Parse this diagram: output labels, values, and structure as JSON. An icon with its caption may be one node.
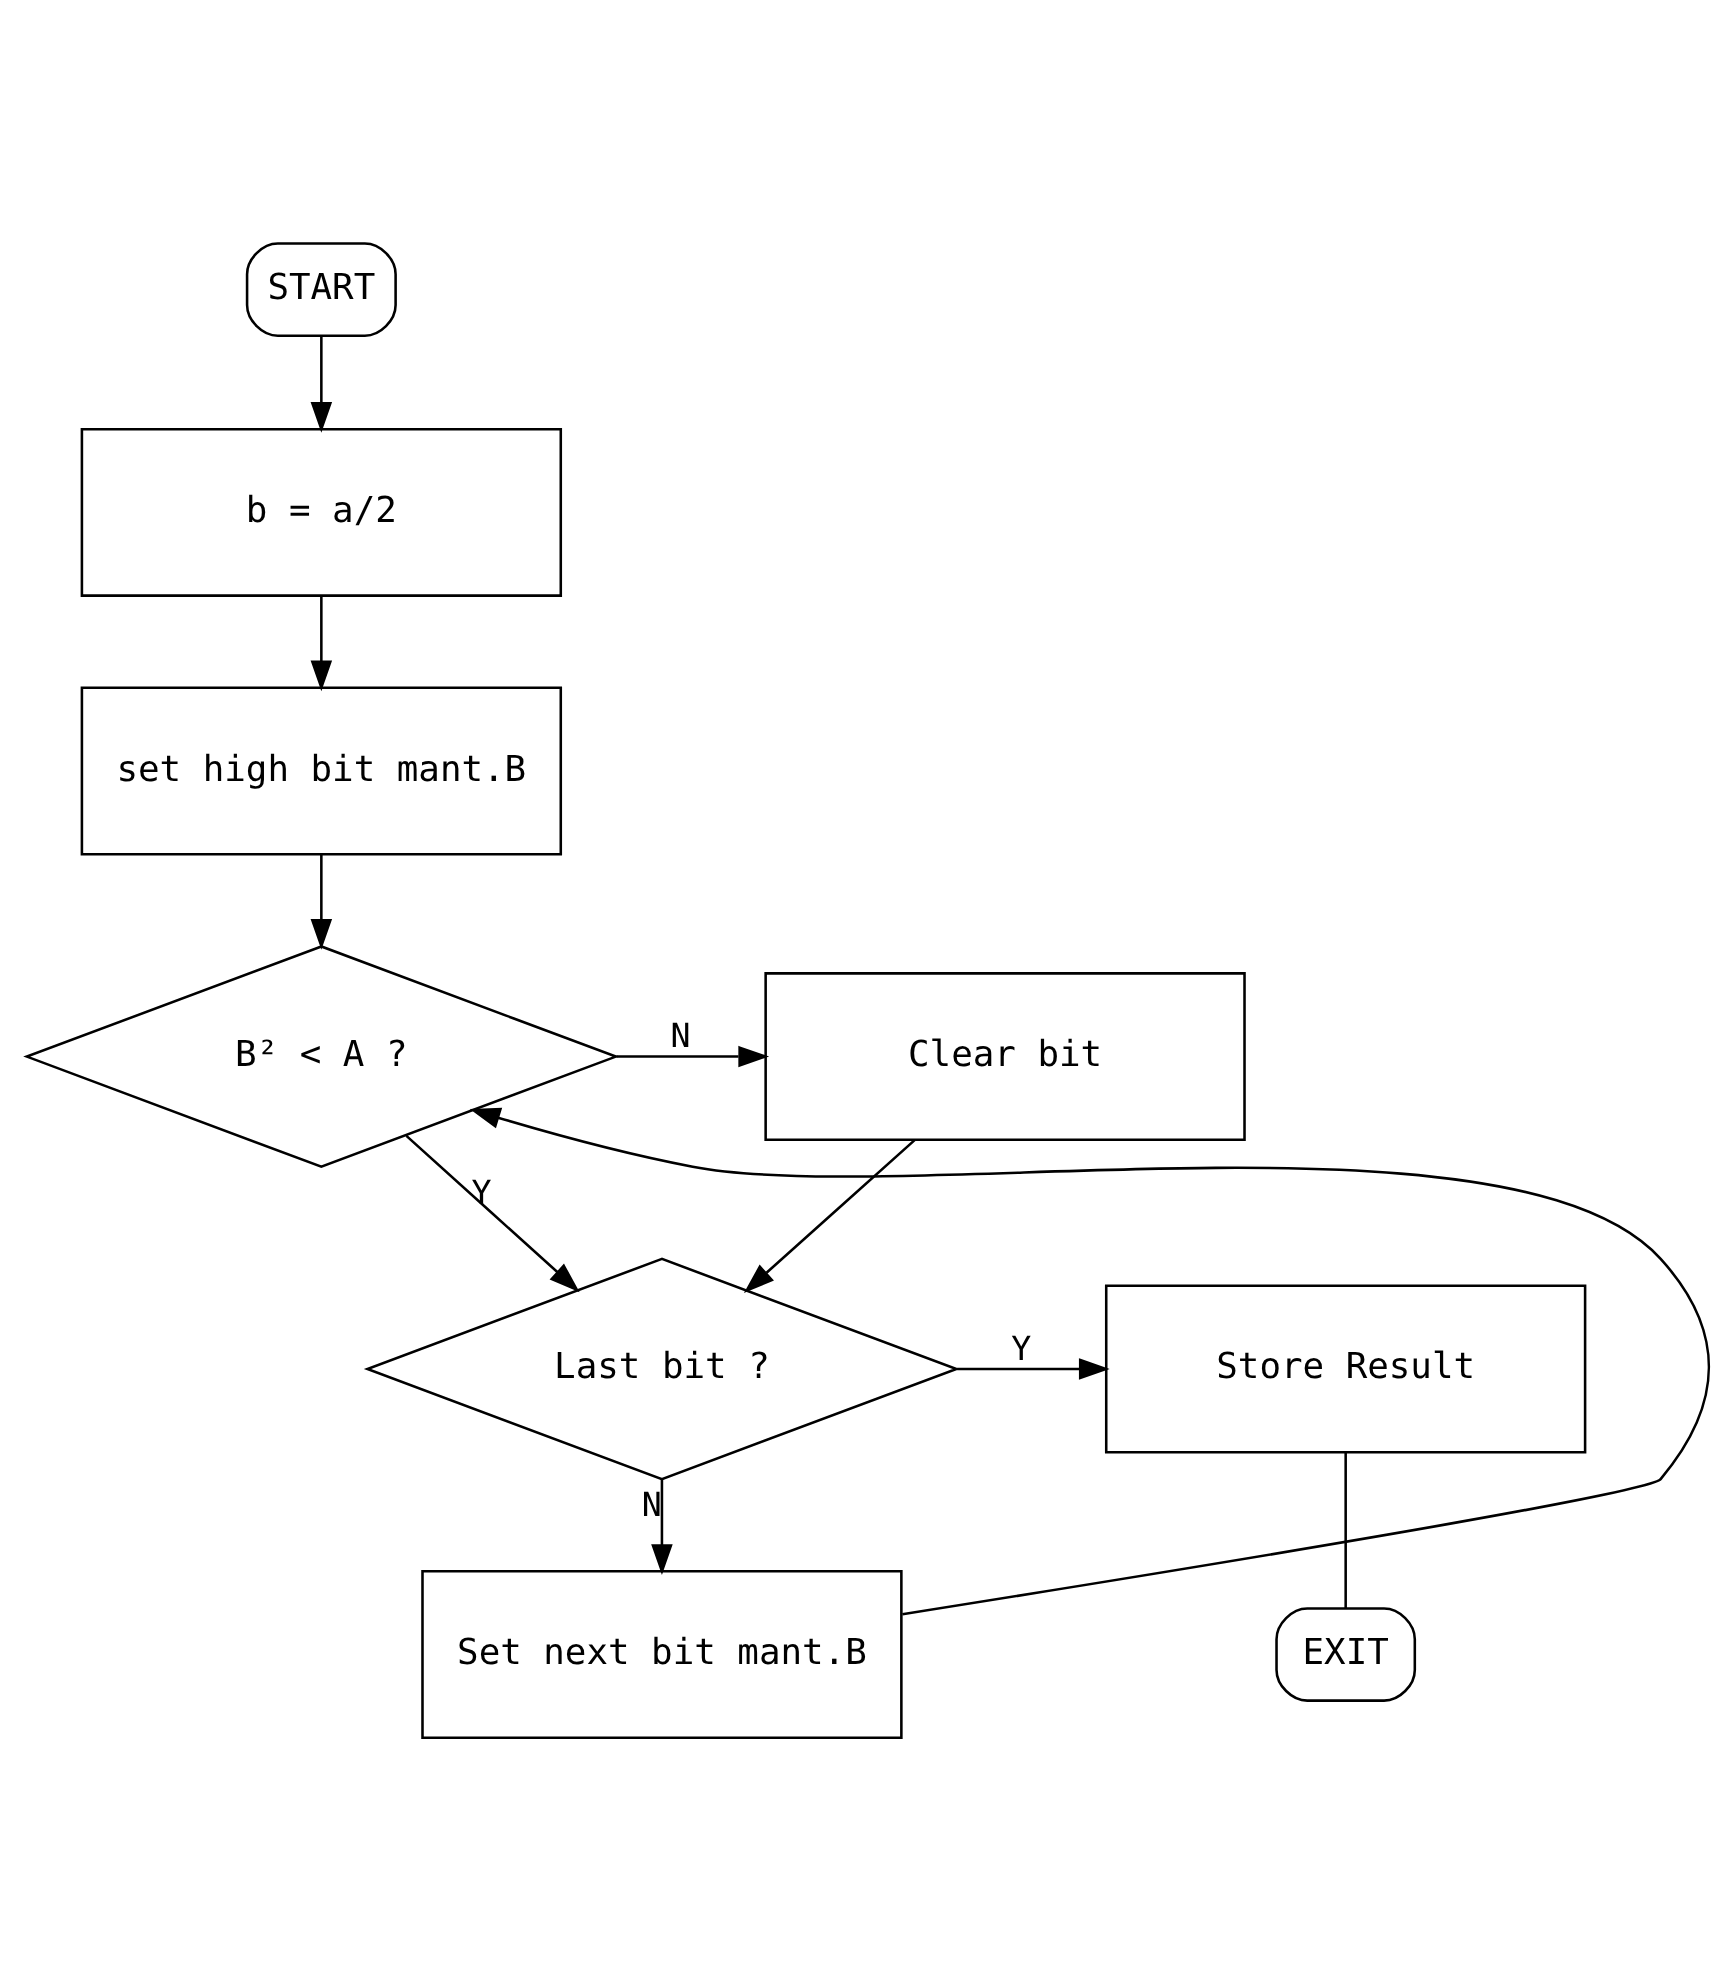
{
  "diagram": {
    "nodes": [
      {
        "text": [
          "START"
        ]
      },
      {
        "text": [
          "b = a/2"
        ]
      },
      {
        "text": [
          "set high bit mant.B"
        ]
      },
      {
        "text": [
          "B² < A ?"
        ]
      },
      {
        "text": [
          "Clear bit"
        ]
      },
      {
        "text": [
          "Last bit ?"
        ]
      },
      {
        "text": [
          "Store Result"
        ]
      },
      {
        "text": [
          "EXIT"
        ]
      },
      {
        "text": [
          "Set next bit mant.B"
        ]
      }
    ],
    "edges": [
      {
        "from": 0,
        "to": 1,
        "arrow": "to"
      },
      {
        "from": 1,
        "to": 2,
        "arrow": "to"
      },
      {
        "from": 2,
        "to": 3,
        "arrow": "to"
      },
      {
        "from": 3,
        "to": 4,
        "arrow": "to",
        "label": "N"
      },
      {
        "from": 3,
        "to": 5,
        "arrow": "to",
        "label": "Y"
      },
      {
        "from": 4,
        "to": 5,
        "arrow": "to"
      },
      {
        "from": 5,
        "to": 6,
        "arrow": "to",
        "label": "Y"
      },
      {
        "from": 6,
        "to": 7,
        "arrow": "none"
      },
      {
        "from": 5,
        "to": 8,
        "arrow": "to",
        "label": "N"
      },
      {
        "from": 8,
        "to": 3,
        "arrow": "to"
      }
    ]
  }
}
